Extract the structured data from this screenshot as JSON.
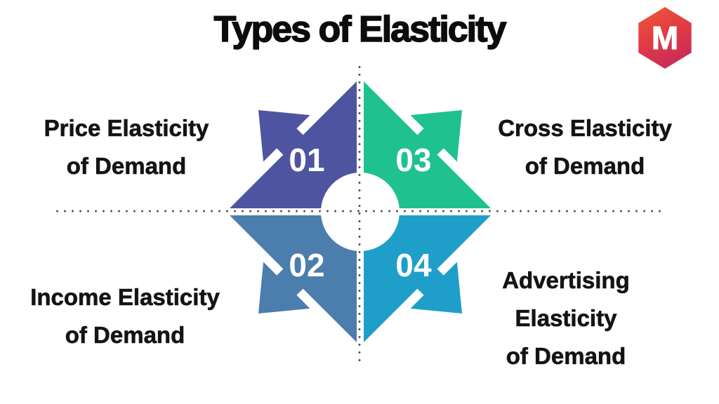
{
  "title": "Types of Elasticity",
  "logo": {
    "letter": "M",
    "gradient_start": "#ee5b35",
    "gradient_end": "#c2265f"
  },
  "diagram": {
    "type": "four-quadrant arrow star",
    "number_color": "#ffffff",
    "dot_color": "#4b4b4b",
    "quadrants": [
      {
        "position": "top-left",
        "number": "01",
        "color": "#4e54a0",
        "label_lines": [
          "Price Elasticity",
          "of Demand"
        ]
      },
      {
        "position": "bottom-left",
        "number": "02",
        "color": "#4b7dad",
        "label_lines": [
          "Income Elasticity",
          "of Demand"
        ]
      },
      {
        "position": "top-right",
        "number": "03",
        "color": "#1fc28e",
        "label_lines": [
          "Cross Elasticity",
          "of Demand"
        ]
      },
      {
        "position": "bottom-right",
        "number": "04",
        "color": "#1f9ec9",
        "label_lines": [
          "Advertising",
          "Elasticity",
          "of Demand"
        ]
      }
    ]
  }
}
